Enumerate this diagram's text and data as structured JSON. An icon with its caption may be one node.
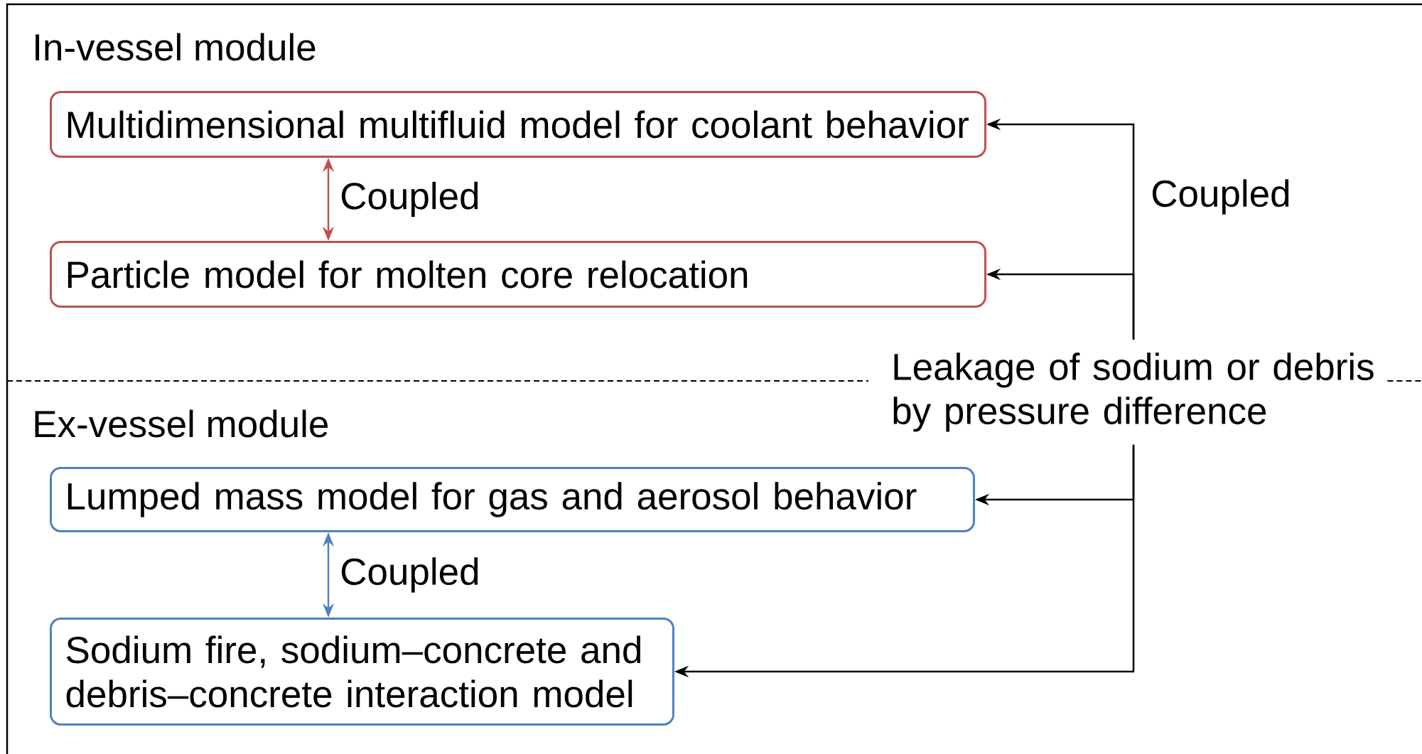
{
  "diagram": {
    "nodes": [
      {
        "text": [
          "In-vessel module"
        ]
      },
      {
        "text": [
          "Multidimensional multifluid model for coolant behavior"
        ],
        "in": 0
      },
      {
        "text": [
          "Particle model for molten core relocation"
        ],
        "in": 0
      },
      {
        "text": [
          "Ex-vessel module"
        ]
      },
      {
        "text": [
          "Lumped mass model for gas and aerosol behavior"
        ],
        "in": 3
      },
      {
        "text": [
          "Sodium fire, sodium–concrete and debris–concrete interaction model"
        ],
        "in": 3
      },
      {
        "text": [
          "Leakage of sodium or debris by pressure difference"
        ]
      }
    ],
    "edges": [
      {
        "from": 1,
        "to": 2,
        "arrow": "both",
        "label": "Coupled",
        "color": "#c0504d"
      },
      {
        "from": 4,
        "to": 5,
        "arrow": "both",
        "label": "Coupled",
        "color": "#4f81bd"
      },
      {
        "from": 6,
        "to": 1,
        "arrow": "to"
      },
      {
        "from": 6,
        "to": 2,
        "arrow": "to"
      },
      {
        "from": 6,
        "to": 4,
        "arrow": "to"
      },
      {
        "from": 6,
        "to": 5,
        "arrow": "to"
      }
    ],
    "labels": [
      "Coupled"
    ]
  }
}
